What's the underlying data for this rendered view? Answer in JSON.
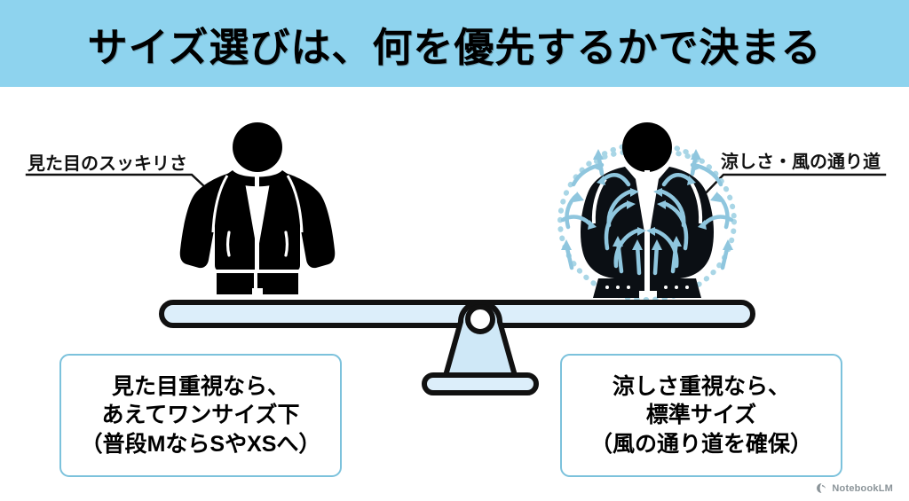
{
  "header": {
    "title": "サイズ選びは、何を優先するかで決まる",
    "background_color": "#8ed3ee",
    "text_color": "#000000"
  },
  "callouts": {
    "left": {
      "label": "見た目のスッキリさ",
      "points_to": "jacket-figure"
    },
    "right": {
      "label": "涼しさ・風の通り道",
      "points_to": "vest-figure"
    }
  },
  "figures": {
    "left": {
      "name": "black-jacket-silhouette",
      "description": "jacket",
      "color": "#000000"
    },
    "right": {
      "name": "black-vest-with-airflow",
      "description": "vest",
      "color": "#000000",
      "airflow_color": "#8fc6de",
      "dotted_outline_color": "#a9d6e6"
    }
  },
  "seesaw": {
    "bar_fill": "#dceefa",
    "bar_stroke": "#111111",
    "fulcrum_fill": "#cfe8f7",
    "fulcrum_stroke": "#111111"
  },
  "conclusion_boxes": [
    {
      "side": "left",
      "border_color": "#7cc2dc",
      "lines": [
        "見た目重視なら、",
        "あえてワンサイズ下",
        "（普段MならSやXSへ）"
      ]
    },
    {
      "side": "right",
      "border_color": "#7cc2dc",
      "lines": [
        "涼しさ重視なら、",
        "標準サイズ",
        "（風の通り道を確保）"
      ]
    }
  ],
  "watermark": {
    "label": "NotebookLM",
    "icon": "notebooklm-spark-icon",
    "color": "#8b9499"
  }
}
